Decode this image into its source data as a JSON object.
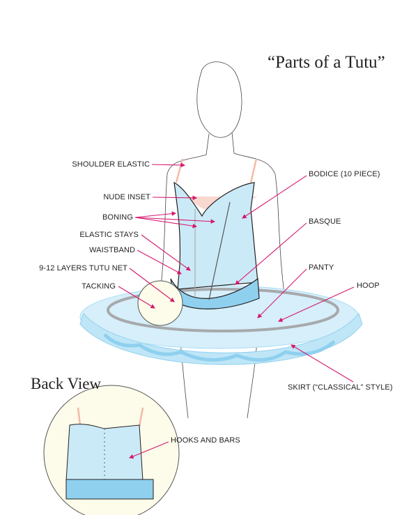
{
  "title": "“Parts of a Tutu”",
  "back_view_title": "Back View",
  "labels": {
    "shoulder_elastic": "SHOULDER ELASTIC",
    "nude_inset": "NUDE INSET",
    "boning": "BONING",
    "elastic_stays": "ELASTIC STAYS",
    "waistband": "WAISTBAND",
    "tutu_net": "9-12 LAYERS TUTU NET",
    "tacking": "TACKING",
    "bodice": "BODICE (10 PIECE)",
    "basque": "BASQUE",
    "panty": "PANTY",
    "hoop": "HOOP",
    "skirt": "SKIRT (“CLASSICAL” STYLE)",
    "hooks_and_bars": "HOOKS AND BARS"
  },
  "colors": {
    "leader": "#d4186f",
    "fabric": "#bfe6f7",
    "fabric_dark": "#8fd0ef",
    "nude": "#f9d9cf",
    "hoop": "#a7a9ac"
  }
}
